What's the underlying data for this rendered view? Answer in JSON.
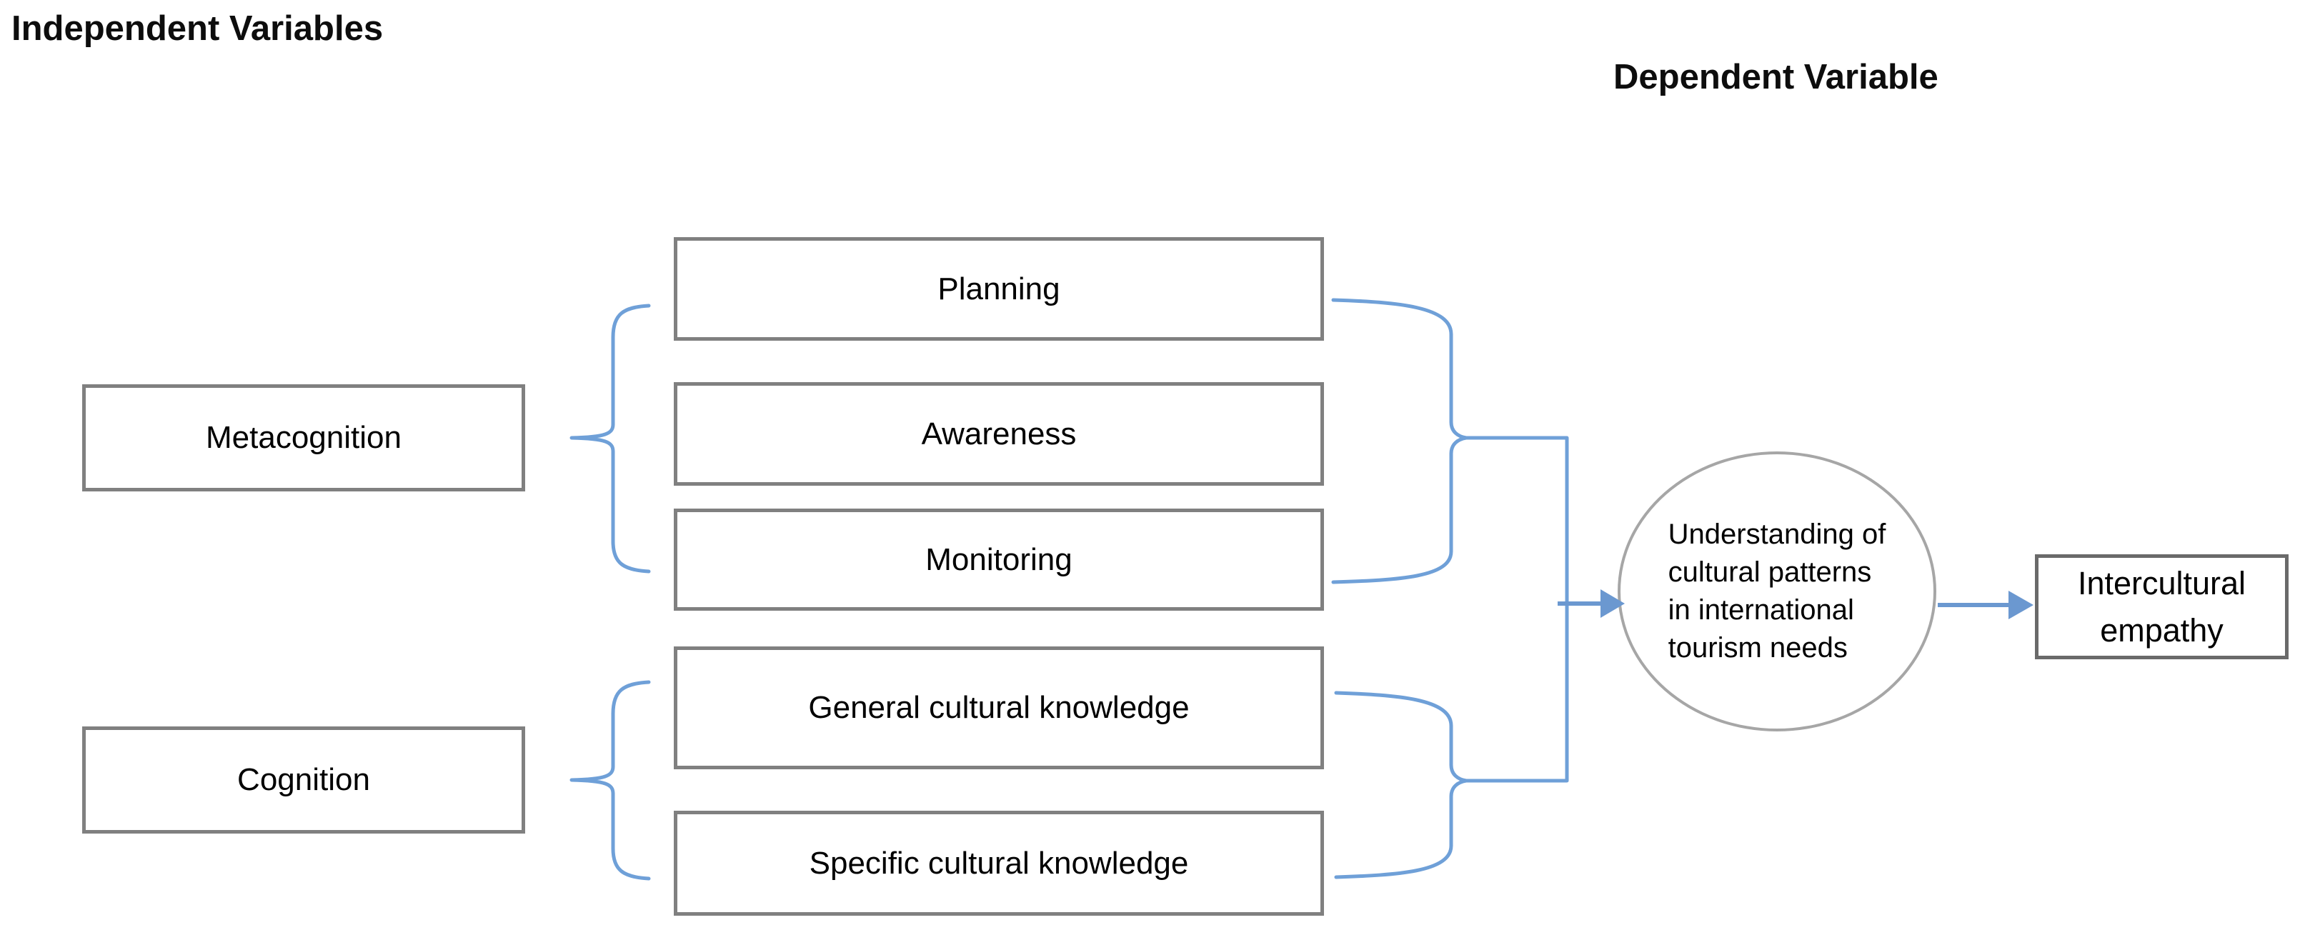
{
  "titles": {
    "independent": "Independent Variables",
    "dependent": "Dependent Variable"
  },
  "independent_variables": {
    "metacognition": {
      "label": "Metacognition",
      "components": [
        "Planning",
        "Awareness",
        "Monitoring"
      ]
    },
    "cognition": {
      "label": "Cognition",
      "components": [
        "General cultural knowledge",
        "Specific cultural knowledge"
      ]
    }
  },
  "mediator": {
    "text": "Understanding of\ncultural patterns\nin international\ntourism needs"
  },
  "dependent_variable": {
    "text": "Intercultural\nempathy"
  },
  "icons": {
    "brace_left_metacognition": "curly-brace-left",
    "brace_left_cognition": "curly-brace-left",
    "brace_right_metacognition_group": "curly-brace-right",
    "brace_right_cognition_group": "curly-brace-right",
    "arrow_to_mediator": "right-arrow",
    "arrow_to_outcome": "right-arrow"
  },
  "colors": {
    "background": "#ffffff",
    "connector_blue": "#6FA0D8",
    "arrow_blue": "#6B98D0",
    "box_border_gray": "#808080",
    "ellipse_border_gray": "#a6a6a6",
    "outcome_border_gray": "#6a6a6a",
    "text_black": "#000000"
  }
}
